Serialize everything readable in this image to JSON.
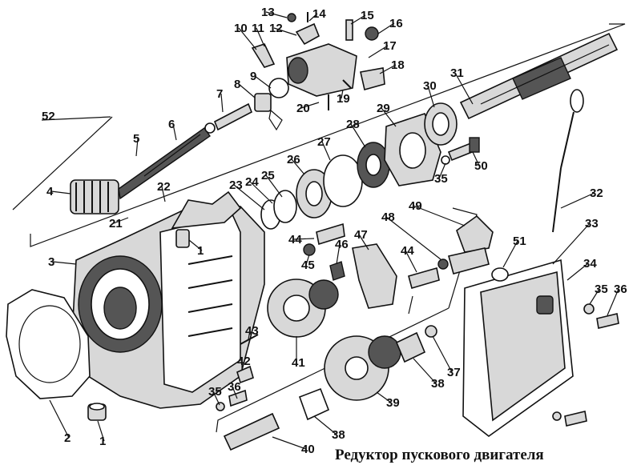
{
  "caption": "Редуктор пускового  двигателя",
  "labels": [
    {
      "id": "1a",
      "text": "1"
    },
    {
      "id": "1b",
      "text": "1"
    },
    {
      "id": "2",
      "text": "2"
    },
    {
      "id": "3",
      "text": "3"
    },
    {
      "id": "4",
      "text": "4"
    },
    {
      "id": "5",
      "text": "5"
    },
    {
      "id": "6",
      "text": "6"
    },
    {
      "id": "7",
      "text": "7"
    },
    {
      "id": "8",
      "text": "8"
    },
    {
      "id": "9",
      "text": "9"
    },
    {
      "id": "10",
      "text": "10"
    },
    {
      "id": "11",
      "text": "11"
    },
    {
      "id": "12",
      "text": "12"
    },
    {
      "id": "13",
      "text": "13"
    },
    {
      "id": "14",
      "text": "14"
    },
    {
      "id": "15",
      "text": "15"
    },
    {
      "id": "16",
      "text": "16"
    },
    {
      "id": "17",
      "text": "17"
    },
    {
      "id": "18",
      "text": "18"
    },
    {
      "id": "19",
      "text": "19"
    },
    {
      "id": "20",
      "text": "20"
    },
    {
      "id": "21",
      "text": "21"
    },
    {
      "id": "22",
      "text": "22"
    },
    {
      "id": "23",
      "text": "23"
    },
    {
      "id": "24",
      "text": "24"
    },
    {
      "id": "25",
      "text": "25"
    },
    {
      "id": "26",
      "text": "26"
    },
    {
      "id": "27",
      "text": "27"
    },
    {
      "id": "28",
      "text": "28"
    },
    {
      "id": "29",
      "text": "29"
    },
    {
      "id": "30",
      "text": "30"
    },
    {
      "id": "31",
      "text": "31"
    },
    {
      "id": "32",
      "text": "32"
    },
    {
      "id": "33",
      "text": "33"
    },
    {
      "id": "34",
      "text": "34"
    },
    {
      "id": "35a",
      "text": "35"
    },
    {
      "id": "35b",
      "text": "35"
    },
    {
      "id": "35c",
      "text": "35"
    },
    {
      "id": "36a",
      "text": "36"
    },
    {
      "id": "36b",
      "text": "36"
    },
    {
      "id": "37",
      "text": "37"
    },
    {
      "id": "38a",
      "text": "38"
    },
    {
      "id": "38b",
      "text": "38"
    },
    {
      "id": "39",
      "text": "39"
    },
    {
      "id": "40",
      "text": "40"
    },
    {
      "id": "41",
      "text": "41"
    },
    {
      "id": "42",
      "text": "42"
    },
    {
      "id": "43",
      "text": "43"
    },
    {
      "id": "44a",
      "text": "44"
    },
    {
      "id": "44b",
      "text": "44"
    },
    {
      "id": "45",
      "text": "45"
    },
    {
      "id": "46",
      "text": "46"
    },
    {
      "id": "47",
      "text": "47"
    },
    {
      "id": "48",
      "text": "48"
    },
    {
      "id": "49",
      "text": "49"
    },
    {
      "id": "50",
      "text": "50"
    },
    {
      "id": "51",
      "text": "51"
    },
    {
      "id": "52",
      "text": "52"
    }
  ]
}
